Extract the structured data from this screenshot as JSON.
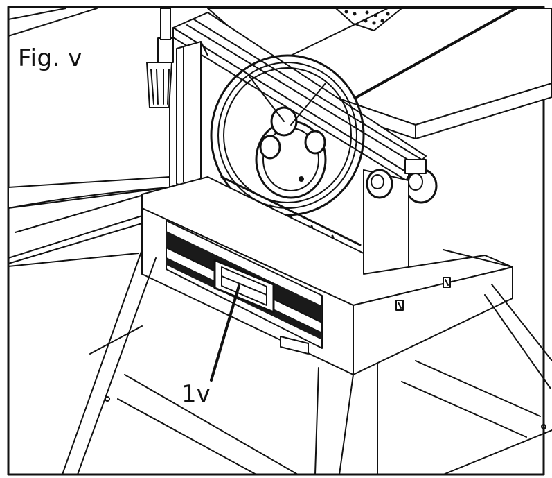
{
  "figure": {
    "label": "Fig. v"
  },
  "callouts": [
    {
      "id": "1v",
      "text": "1v",
      "target": "handle"
    }
  ]
}
